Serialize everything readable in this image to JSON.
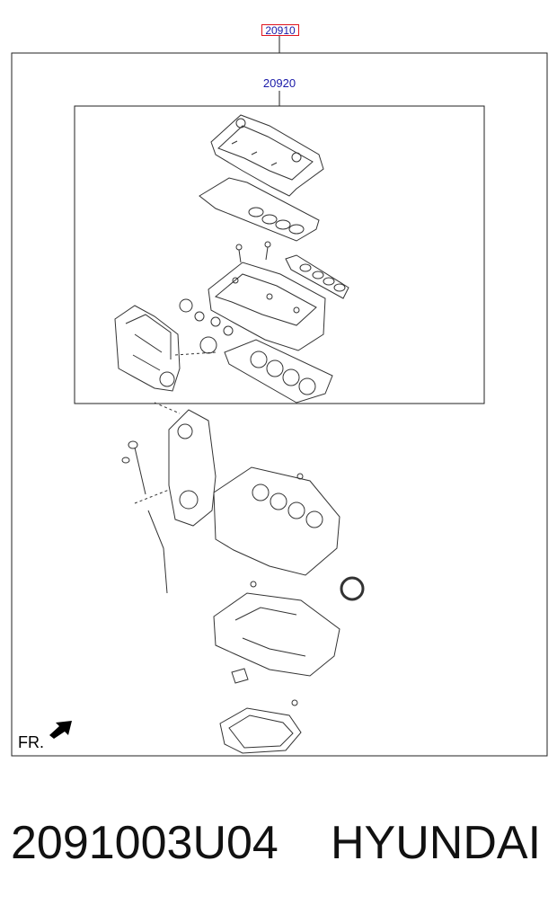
{
  "callouts": {
    "main_number": "20910",
    "sub_number": "20920"
  },
  "direction_label": "FR.",
  "footer": {
    "part_number": "2091003U04",
    "brand": "HYUNDAI"
  },
  "colors": {
    "highlight_border": "#e0141e",
    "callout_text": "#1a1aa8",
    "line": "#000000"
  }
}
